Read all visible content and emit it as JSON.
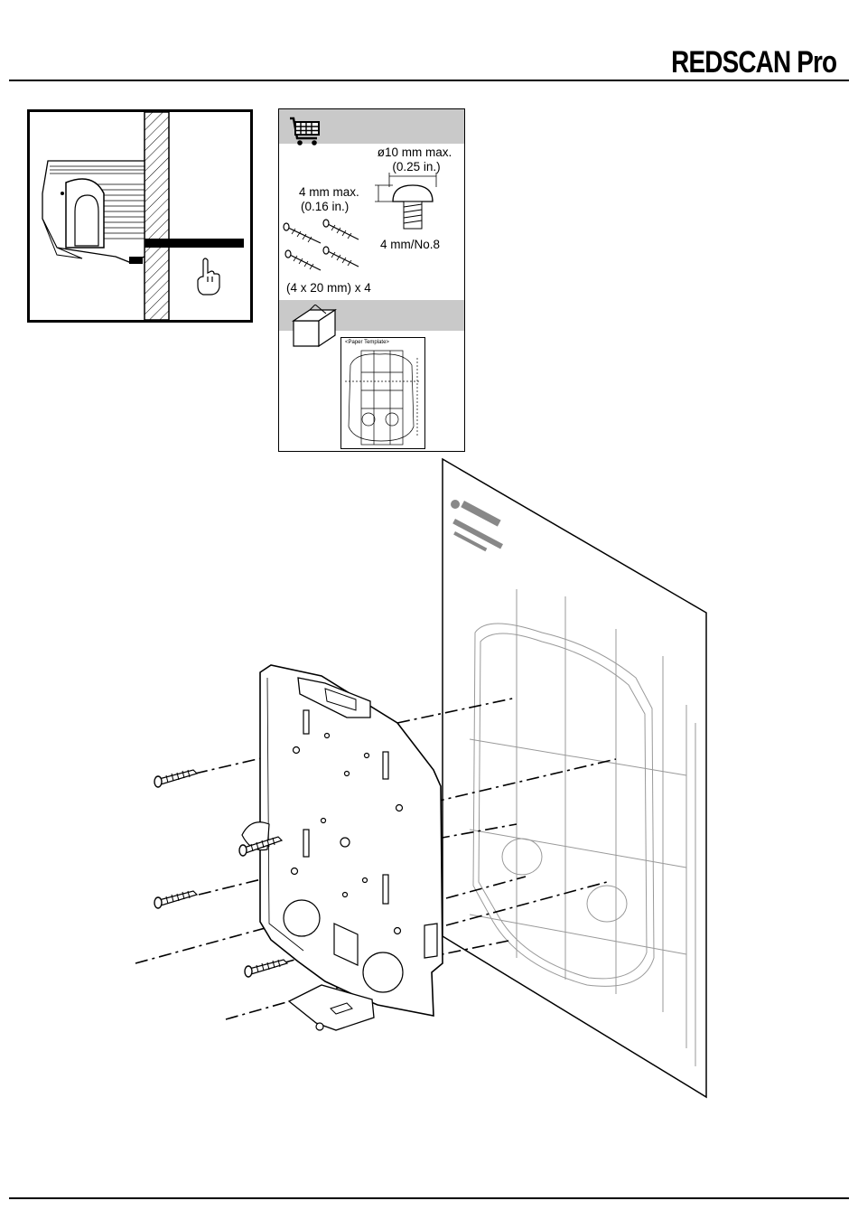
{
  "header": {
    "brand": "REDSCAN Pro"
  },
  "parts_panel": {
    "cart_icon": "shopping-cart-icon",
    "box_icon": "package-box-icon",
    "screw_head_diameter": "ø10 mm max.",
    "screw_head_diameter_in": "(0.25 in.)",
    "screw_head_height": "4 mm max.",
    "screw_head_height_in": "(0.16 in.)",
    "screw_size": "4 mm/No.8",
    "screws_included": "(4 x 20 mm) x 4",
    "template_label": "<Paper Template>"
  },
  "icons": {
    "hand_pointer": "hand-pointer-icon"
  }
}
